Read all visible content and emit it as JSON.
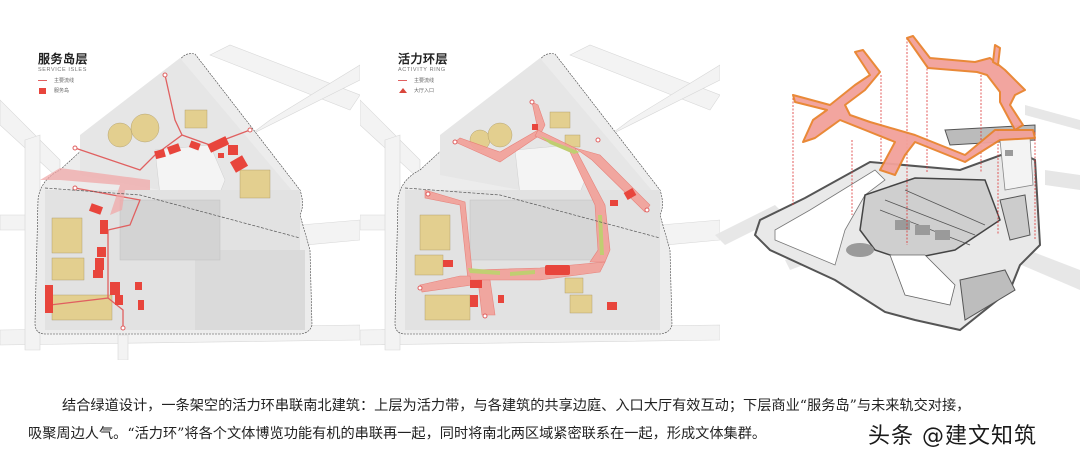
{
  "panels": {
    "service": {
      "title": "服务岛层",
      "subtitle": "SERVICE ISLES",
      "legend": [
        {
          "swatch": "line",
          "label": "主要流线"
        },
        {
          "swatch": "box",
          "label": "服务岛"
        }
      ]
    },
    "activity": {
      "title": "活力环层",
      "subtitle": "ACTIVITY RING",
      "legend": [
        {
          "swatch": "line",
          "label": "主要流线"
        },
        {
          "swatch": "triangle",
          "label": "大厅入口"
        }
      ]
    },
    "axon": {
      "label": "activity-ring-axonometric"
    }
  },
  "colors": {
    "service_island": "#e8453c",
    "main_route": "#e06060",
    "activity_ring_fill": "#f2a19a",
    "activity_ring_edge": "#e8832e",
    "green_strip": "#b8d66a",
    "building_yellow": "#e3cf8f",
    "ground": "#eeeeee",
    "road": "#f7f7f7"
  },
  "caption": {
    "line1": "结合绿道设计，一条架空的活力环串联南北建筑：上层为活力带，与各建筑的共享边庭、入口大厅有效互动；下层商业“服务岛”与未来轨交对接，",
    "line2": "吸聚周边人气。“活力环”将各个文体博览功能有机的串联再一起，同时将南北两区域紧密联系在一起，形成文体集群。"
  },
  "watermark": "头条 @建文知筑"
}
